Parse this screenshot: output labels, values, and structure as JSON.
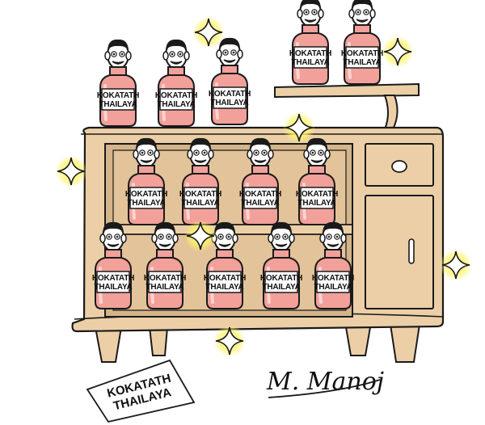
{
  "bottle_label": {
    "line1": "KOKATATH",
    "line2": "THAILAYA"
  },
  "paper": {
    "line1": "KOKATATH",
    "line2": "THAILAYA"
  },
  "signature": "M. Manoj",
  "colors": {
    "cabinet_fill": "#eccfa6",
    "outline": "#1a1a1a",
    "bottle_fill": "#f2a09a",
    "bottle_highlight": "#fbd3cf",
    "sparkle_glow": "#fff36a",
    "skin": "#ffffff"
  }
}
